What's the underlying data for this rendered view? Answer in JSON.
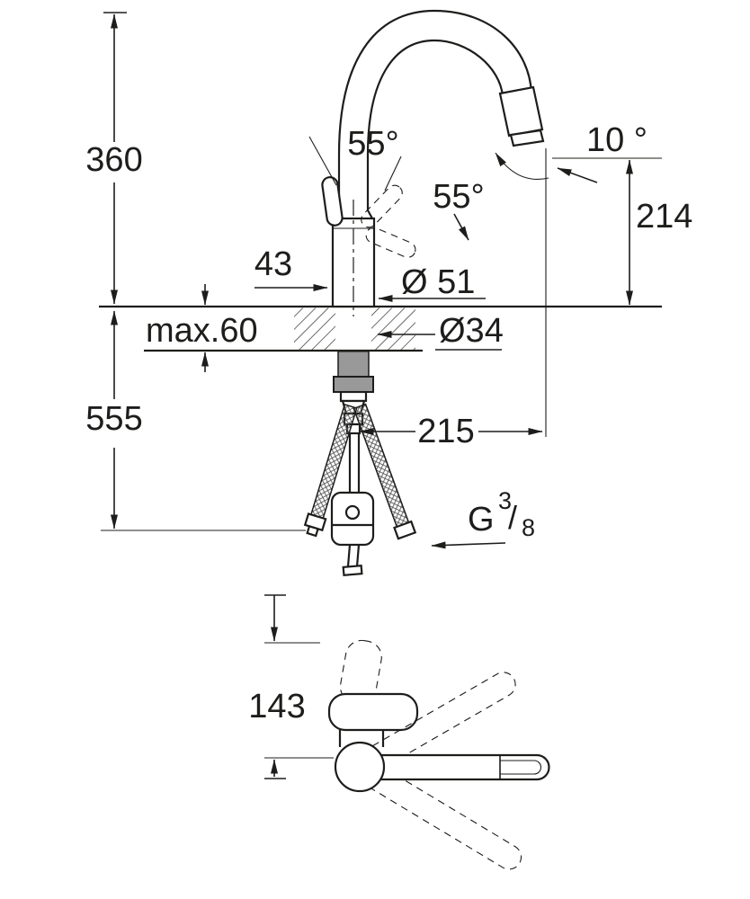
{
  "drawing": {
    "background": "#ffffff",
    "ink": "#1d1d1b",
    "front_view": {
      "height_overall": "360",
      "underbody_depth": "555",
      "handle_angle_left": "55°",
      "handle_angle_right": "55°",
      "outlet_angle": "10 °",
      "outlet_height": "214",
      "base_offset": "43",
      "body_diameter": "Ø 51",
      "deck_thickness_max": "max.60",
      "hole_diameter": "Ø34",
      "spout_reach": "215",
      "thread_size": {
        "prefix": "G",
        "numerator": "3",
        "slash": "/",
        "denominator": "8"
      }
    },
    "plan_view": {
      "depth_offset": "143"
    }
  }
}
